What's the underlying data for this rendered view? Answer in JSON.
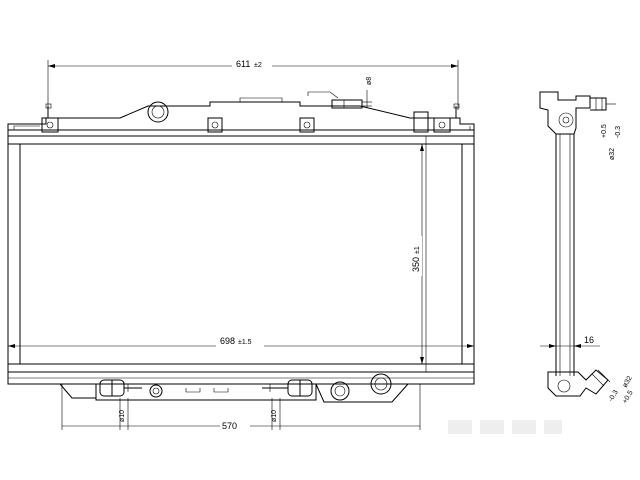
{
  "drawing": {
    "dimensions": {
      "top_width": "611",
      "top_width_tol": "±2",
      "core_width": "698",
      "core_width_tol": "±1.5",
      "core_height": "350",
      "core_height_tol": "±1",
      "filler_diameter": "ø8",
      "core_thickness": "16",
      "inlet_diameter": "ø32",
      "inlet_tol_upper": "+0.5",
      "inlet_tol_lower": "-0.3",
      "outlet_diameter": "ø32",
      "outlet_tol_upper": "+0.5",
      "outlet_tol_lower": "-0.3",
      "pin_left": "ø10",
      "pin_right": "ø10",
      "bottom_partial": "570"
    }
  }
}
